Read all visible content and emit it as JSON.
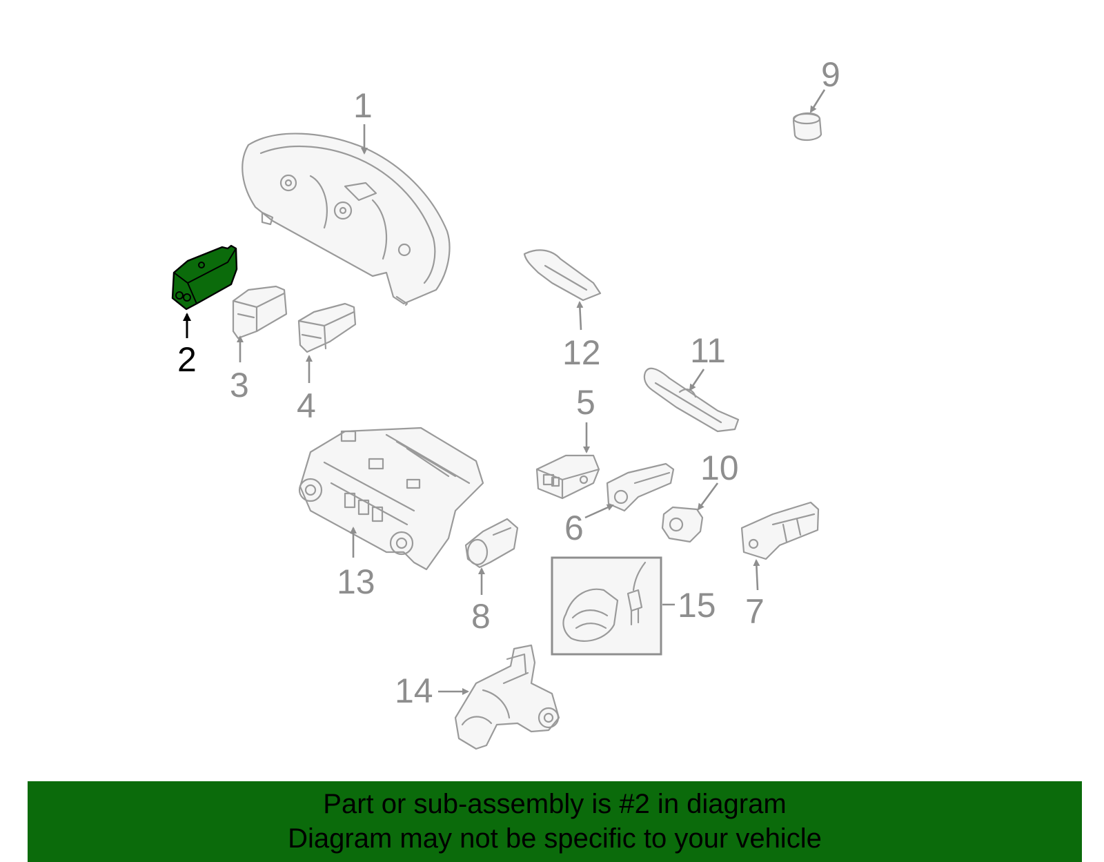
{
  "callouts": {
    "c1": "1",
    "c2": "2",
    "c3": "3",
    "c4": "4",
    "c5": "5",
    "c6": "6",
    "c7": "7",
    "c8": "8",
    "c9": "9",
    "c10": "10",
    "c11": "11",
    "c12": "12",
    "c13": "13",
    "c14": "14",
    "c15": "15"
  },
  "highlighted_part": "2",
  "colors": {
    "highlight_fill": "#0b6b0b",
    "banner_bg": "#0b6b0b",
    "part_stroke": "#9a9a9a",
    "callout_text": "#8e8e8e",
    "active_text": "#000000"
  },
  "banner": {
    "line1": "Part or sub-assembly is #2 in diagram",
    "line2": "Diagram may not be specific to your vehicle"
  }
}
